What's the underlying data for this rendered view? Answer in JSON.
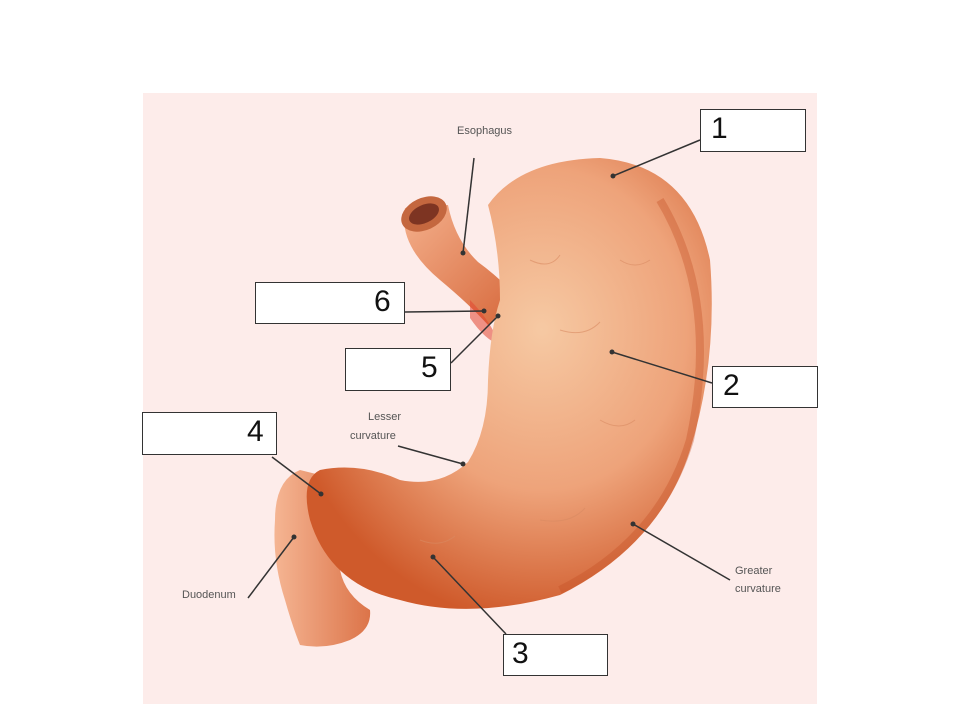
{
  "diagram": {
    "labels": {
      "esophagus": "Esophagus",
      "lesser_curvature_line1": "Lesser",
      "lesser_curvature_line2": "curvature",
      "duodenum": "Duodenum",
      "greater_curvature_line1": "Greater",
      "greater_curvature_line2": "curvature"
    },
    "answer_boxes": [
      {
        "number": "1"
      },
      {
        "number": "2"
      },
      {
        "number": "3"
      },
      {
        "number": "4"
      },
      {
        "number": "5"
      },
      {
        "number": "6"
      }
    ],
    "colors": {
      "background_panel": "#fdecea",
      "stomach_light": "#f2b98f",
      "stomach_dark": "#d2612f",
      "leader_line": "#333333"
    }
  }
}
